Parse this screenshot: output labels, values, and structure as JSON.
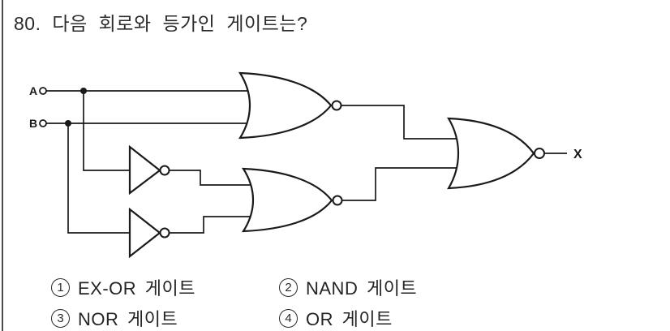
{
  "question": {
    "title": "80. 다음 회로와 등가인 게이트는?"
  },
  "circuit": {
    "inputs": [
      {
        "label": "A"
      },
      {
        "label": "B"
      }
    ],
    "output_label": "X",
    "gates": [
      {
        "id": "nor-top",
        "type": "NOR",
        "inputs": [
          "A",
          "B"
        ]
      },
      {
        "id": "not-a",
        "type": "NOT",
        "inputs": [
          "A"
        ]
      },
      {
        "id": "not-b",
        "type": "NOT",
        "inputs": [
          "B"
        ]
      },
      {
        "id": "nor-bottom",
        "type": "NOR",
        "inputs": [
          "NOT A",
          "NOT B"
        ]
      },
      {
        "id": "nor-final",
        "type": "NOR",
        "inputs": [
          "nor-top output",
          "nor-bottom output"
        ],
        "output": "X"
      }
    ]
  },
  "options": [
    {
      "number": "1",
      "label": "EX-OR 게이트"
    },
    {
      "number": "2",
      "label": "NAND 게이트"
    },
    {
      "number": "3",
      "label": "NOR 게이트"
    },
    {
      "number": "4",
      "label": "OR 게이트"
    }
  ],
  "colors": {
    "ink": "#1a1a1a",
    "background": "#ffffff",
    "left_rule": "#4a4a4a"
  }
}
